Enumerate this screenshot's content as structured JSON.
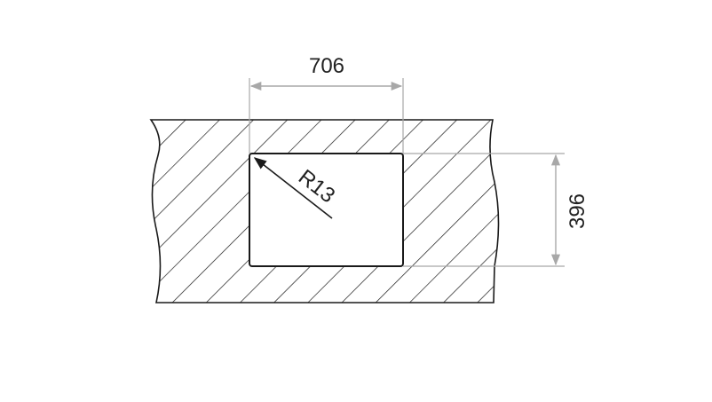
{
  "dimensions": {
    "width_label": "706",
    "height_label": "396",
    "radius_label": "R13"
  },
  "colors": {
    "outline": "#1a1a1a",
    "hatch": "#1a1a1a",
    "dimension_line": "#a8a8a8",
    "cutout_fill": "#ffffff"
  }
}
